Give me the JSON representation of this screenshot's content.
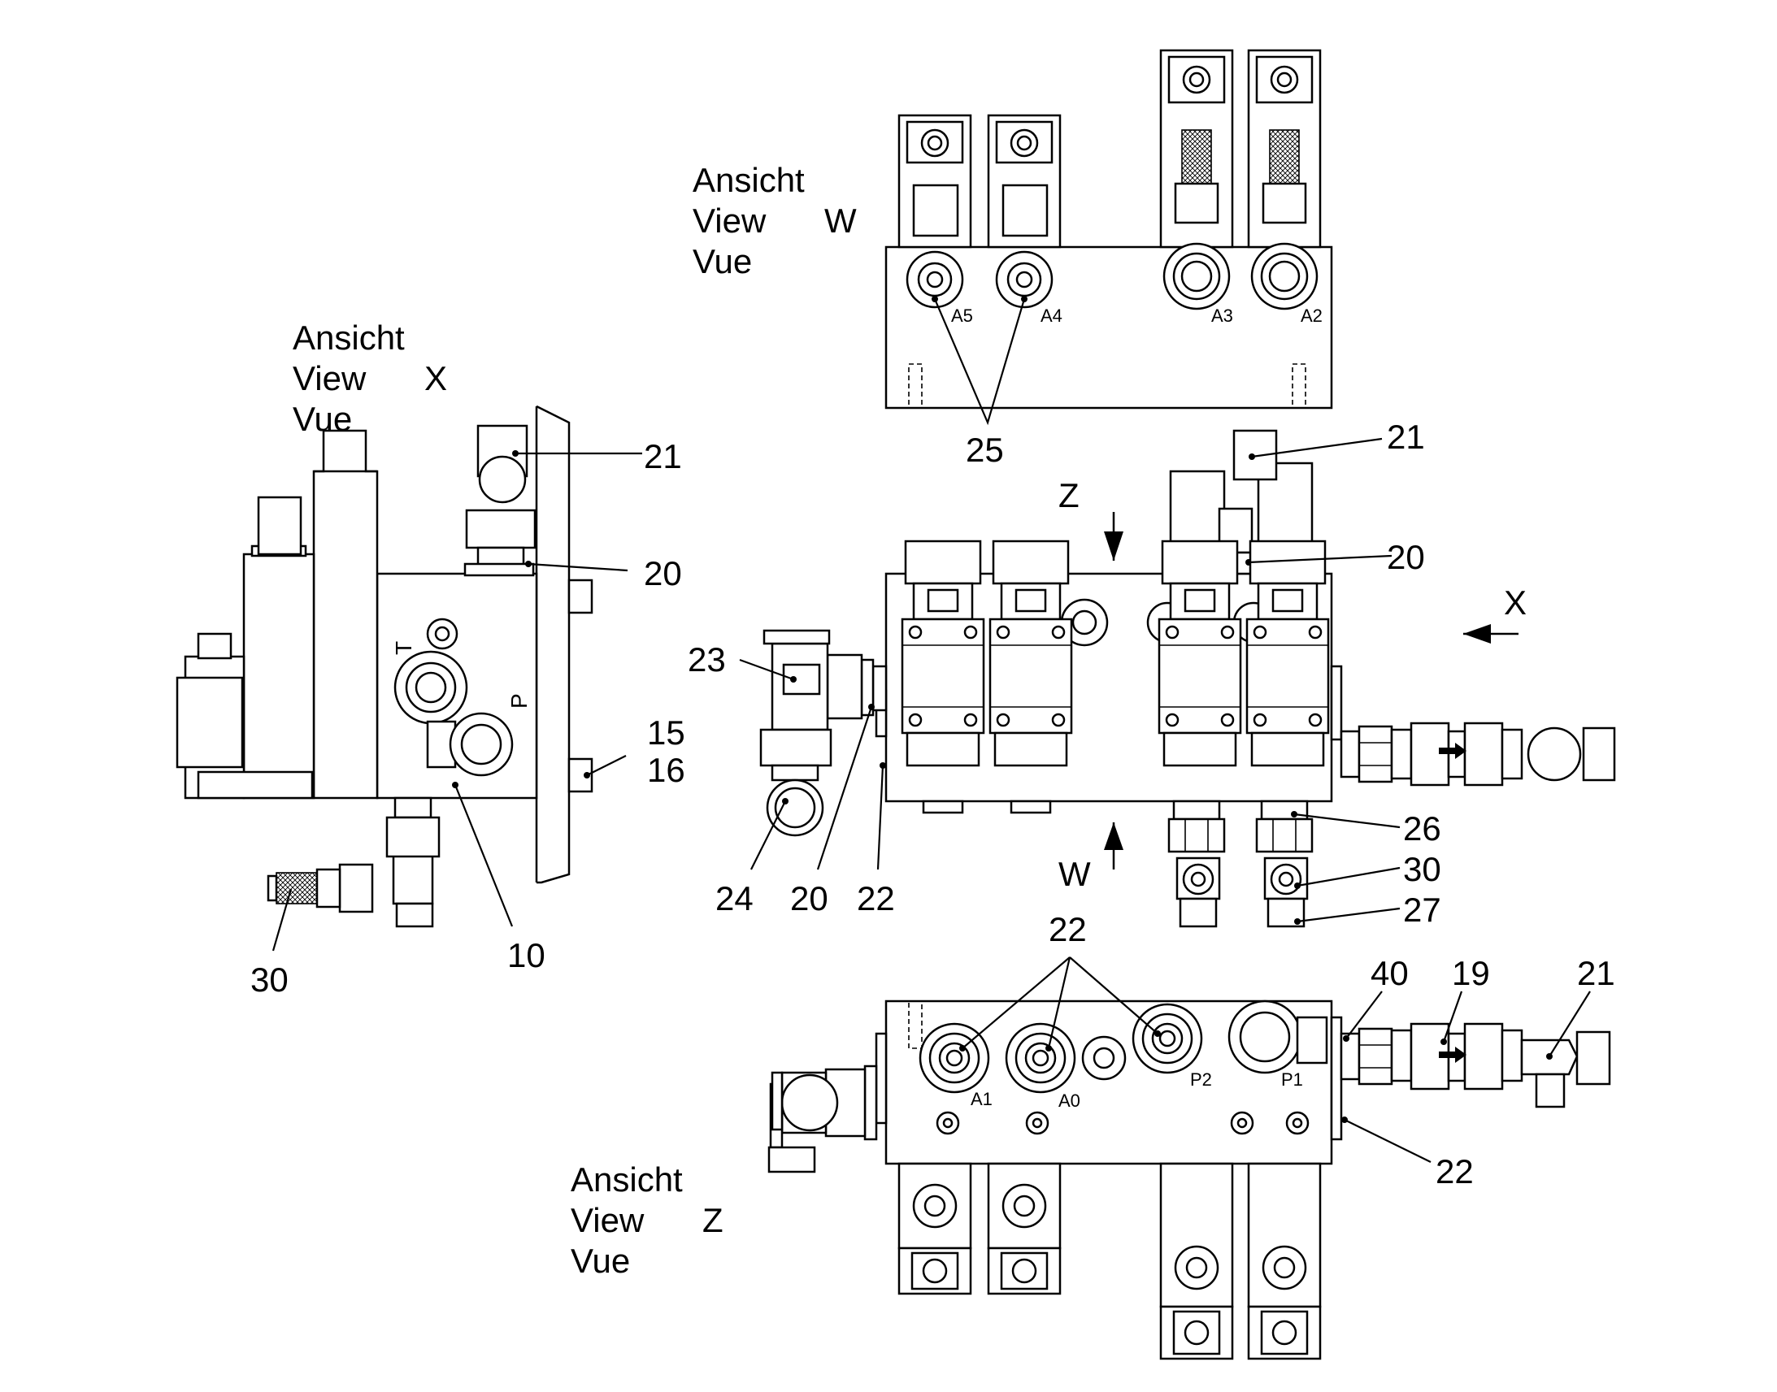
{
  "view_w": {
    "lines": [
      "Ansicht",
      "View",
      "Vue"
    ],
    "letter": "W",
    "ports": [
      "A5",
      "A4",
      "A3",
      "A2"
    ]
  },
  "view_x": {
    "lines": [
      "Ansicht",
      "View",
      "Vue"
    ],
    "letter": "X",
    "ports": [
      "T",
      "P"
    ]
  },
  "view_z": {
    "lines": [
      "Ansicht",
      "View",
      "Vue"
    ],
    "letter": "Z",
    "ports": [
      "A1",
      "A0",
      "P2",
      "P1"
    ]
  },
  "arrows": {
    "z": "Z",
    "x": "X",
    "w": "W"
  },
  "callouts": {
    "view_w": [
      "25"
    ],
    "view_x": [
      "21",
      "20",
      "15",
      "16",
      "10",
      "30"
    ],
    "main": [
      "21",
      "20",
      "23",
      "24",
      "20",
      "22",
      "26",
      "30",
      "27"
    ],
    "view_z": [
      "22",
      "40",
      "19",
      "21",
      "22"
    ]
  }
}
